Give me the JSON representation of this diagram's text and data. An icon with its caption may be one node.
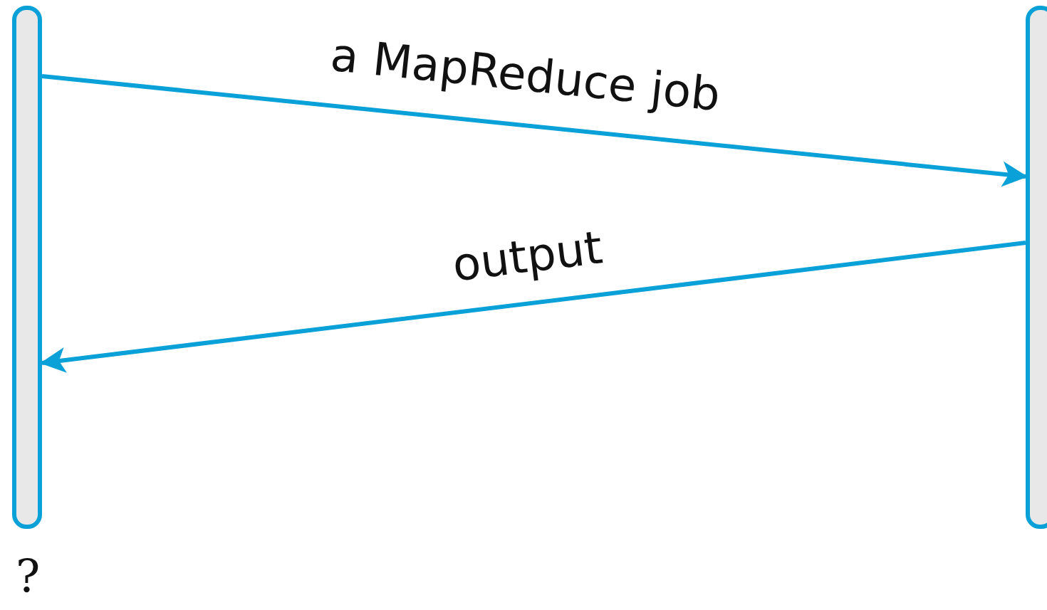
{
  "diagram": {
    "nodes": [
      {
        "text": [],
        "shape": "bar",
        "beside": [
          "?"
        ]
      },
      {
        "text": [],
        "shape": "bar"
      }
    ],
    "edges": [
      {
        "from": 0,
        "to": 1,
        "arrow": "to",
        "label": "a MapReduce job"
      },
      {
        "from": 1,
        "to": 0,
        "arrow": "to",
        "label": "output"
      }
    ]
  }
}
